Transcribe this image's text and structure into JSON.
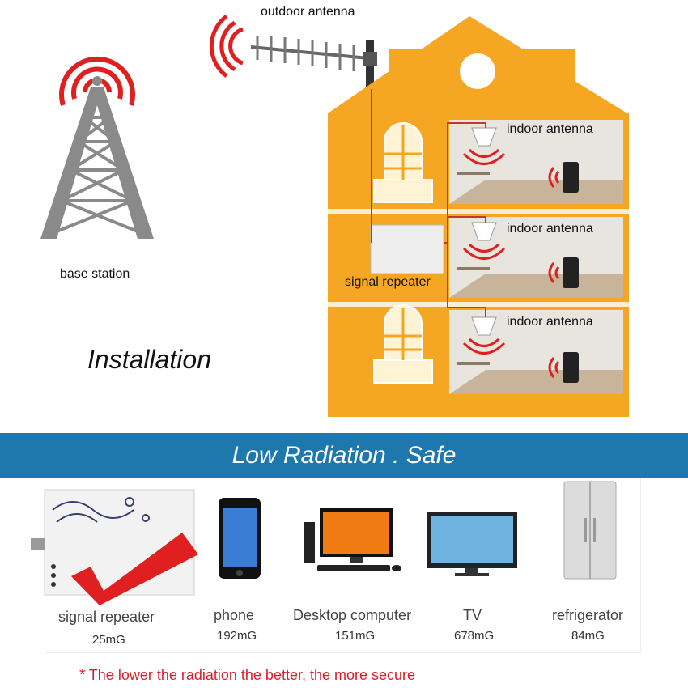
{
  "labels": {
    "outdoor_antenna": "outdoor antenna",
    "base_station": "base station",
    "indoor_antenna_1": "indoor antenna",
    "indoor_antenna_2": "indoor antenna",
    "indoor_antenna_3": "indoor antenna",
    "signal_repeater": "signal repeater",
    "installation": "Installation"
  },
  "banner": {
    "text": "Low Radiation . Safe"
  },
  "products": [
    {
      "name": "signal repeater",
      "value": "25mG"
    },
    {
      "name": "phone",
      "value": "192mG"
    },
    {
      "name": "Desktop computer",
      "value": "151mG"
    },
    {
      "name": "TV",
      "value": "678mG"
    },
    {
      "name": "refrigerator",
      "value": "84mG"
    }
  ],
  "footnote": {
    "star": "*",
    "text": "The lower the radiation the better, the more secure"
  },
  "colors": {
    "house": "#f5a623",
    "banner": "#1f78ad",
    "signal": "#e02020",
    "cable": "#c0392b",
    "tower": "#8a8a8a",
    "check": "#e02020"
  }
}
